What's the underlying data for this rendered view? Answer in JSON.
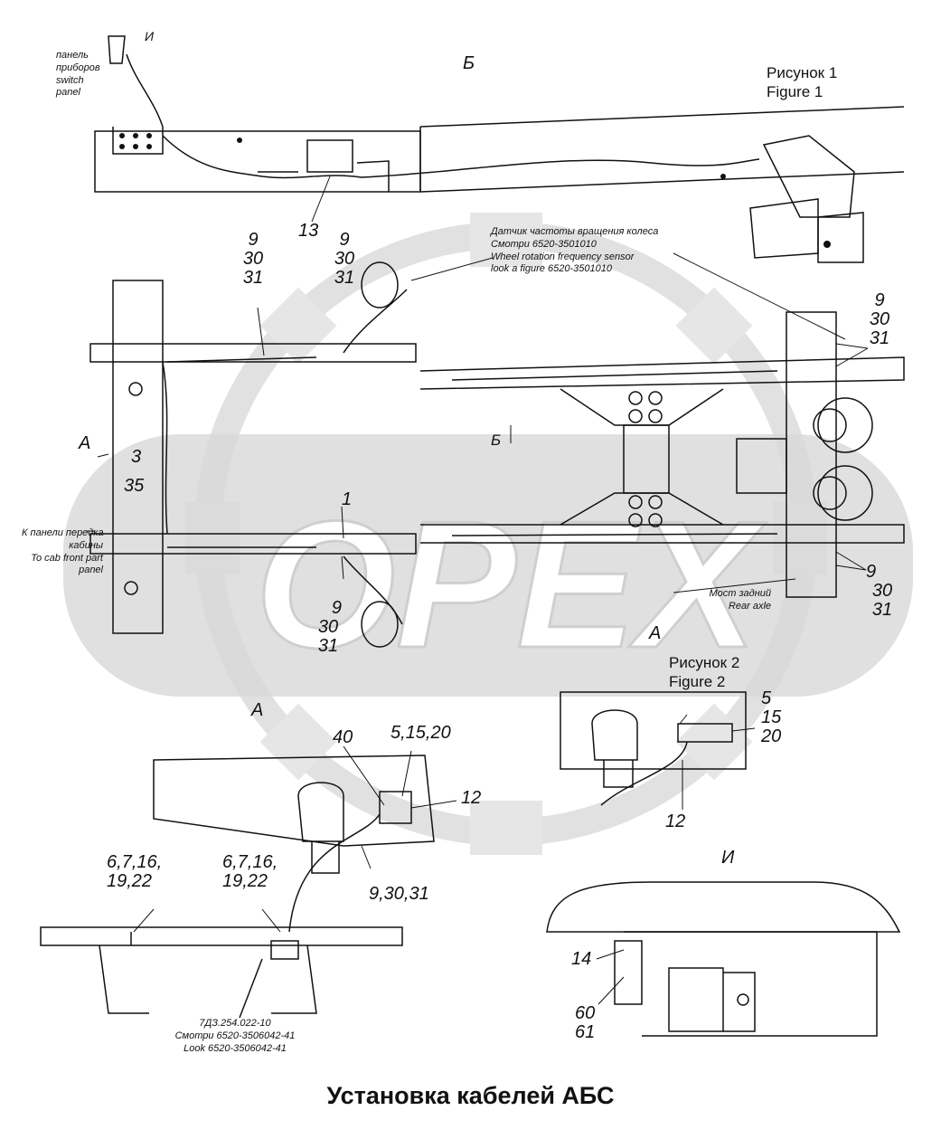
{
  "title": "Установка кабелей АБС",
  "watermark": "OPEX",
  "figures": {
    "figure1": [
      "Рисунок 1",
      "Figure 1"
    ],
    "figure2": [
      "Рисунок 2",
      "Figure 2"
    ]
  },
  "views": {
    "b_top": "Б",
    "b_mid": "Б",
    "a_left": "А",
    "a_mid": "А",
    "a_detail": "А",
    "i_top": "И",
    "i_detail": "И"
  },
  "notes": {
    "switch_panel": [
      "панель",
      "приборов",
      "switch",
      "panel"
    ],
    "wheel_sensor": [
      "Датчик частоты вращения колеса",
      "Смотри 6520-3501010",
      "Wheel rotation frequency sensor",
      "look a figure 6520-3501010"
    ],
    "cab_panel": [
      "К панели передка",
      "кабины",
      "To cab front part",
      "panel"
    ],
    "rear_axle": [
      "Мост задний",
      "Rear axle"
    ],
    "connector": [
      "7ДЗ.254.022-10",
      "Смотри 6520-3506042-41",
      "Look 6520-3506042-41"
    ]
  },
  "callouts": {
    "c13": "13",
    "c1": "1",
    "c3": "3",
    "c35": "35",
    "group_top_left": [
      "9",
      "30",
      "31"
    ],
    "group_top_mid": [
      "9",
      "30",
      "31"
    ],
    "group_right_top": [
      "9",
      "30",
      "31"
    ],
    "group_right_bottom": [
      "9",
      "30",
      "31"
    ],
    "group_bottom_mid": [
      "9",
      "30",
      "31"
    ],
    "c40": "40",
    "c5_15_20": "5,15,20",
    "c12_a": "12",
    "c6_a": [
      "6,7,16,",
      "19,22"
    ],
    "c6_b": [
      "6,7,16,",
      "19,22"
    ],
    "c9_30_31": "9,30,31",
    "fig2_group": [
      "5",
      "15",
      "20"
    ],
    "c12_b": "12",
    "c14": "14",
    "c60_61": [
      "60",
      "61"
    ]
  }
}
